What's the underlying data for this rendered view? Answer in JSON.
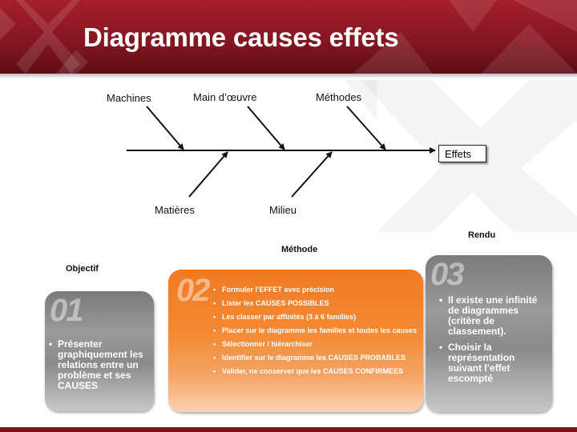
{
  "title": "Diagramme causes effets",
  "diagram": {
    "effect": "Effets",
    "top_causes": [
      "Machines",
      "Main d’œuvre",
      "Méthodes"
    ],
    "bottom_causes": [
      "Matières",
      "Milieu"
    ]
  },
  "sections": {
    "objectif": {
      "heading": "Objectif",
      "number": "01",
      "items": [
        "Présenter graphiquement les relations entre un problème et ses CAUSES"
      ]
    },
    "methode": {
      "heading": "Méthode",
      "number": "02",
      "items": [
        "Formuler l’EFFET avec précision",
        "Lister les CAUSES POSSIBLES",
        "Les classer par affinités (3 à 6 familles)",
        "Placer sur le diagramme les familles et toutes les causes",
        "Sélectionner / hiérarchiser",
        "Identifier sur le diagramme les CAUSES PROBABLES",
        "Valider, ne conserver que les CAUSES CONFIRMEES"
      ]
    },
    "rendu": {
      "heading": "Rendu",
      "number": "03",
      "items": [
        "Il existe une infinité de diagrammes (critère de classement).",
        "Choisir la représentation suivant l’effet escompté"
      ]
    }
  },
  "colors": {
    "header_red": "#861622",
    "card_orange": "#f48a33",
    "card_gray": "#8a8a8a"
  }
}
